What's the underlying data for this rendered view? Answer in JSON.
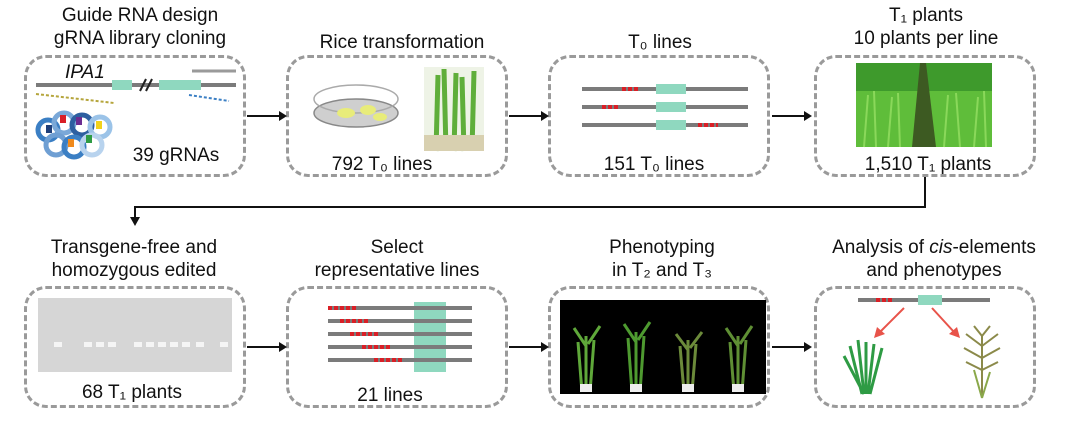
{
  "panels": [
    {
      "id": "p1",
      "title": [
        "Guide RNA design",
        "gRNA library cloning"
      ],
      "gene": "IPA1",
      "caption": "39 gRNAs"
    },
    {
      "id": "p2",
      "title": [
        "Rice transformation"
      ],
      "caption": "792 T₀ lines"
    },
    {
      "id": "p3",
      "title": [
        "T₀ lines"
      ],
      "caption": "151 T₀ lines"
    },
    {
      "id": "p4",
      "title": [
        "T₁ plants",
        "10 plants per line"
      ],
      "caption": "1,510 T₁ plants"
    },
    {
      "id": "p5",
      "title": [
        "Transgene-free and",
        "homozygous edited"
      ],
      "caption": "68 T₁ plants"
    },
    {
      "id": "p6",
      "title": [
        "Select",
        "representative lines"
      ],
      "caption": "21 lines"
    },
    {
      "id": "p7",
      "title": [
        "Phenotyping",
        "in T₂ and T₃"
      ]
    },
    {
      "id": "p8",
      "title_pre": "Analysis of ",
      "title_em": "cis",
      "title_post": "-elements",
      "title2": "and phenotypes"
    }
  ],
  "colors": {
    "border": "#9a9a9a",
    "exon": "#8fd8bf",
    "edit": "#d91f26",
    "line": "#7b7b7b",
    "arrow": "#111111"
  }
}
